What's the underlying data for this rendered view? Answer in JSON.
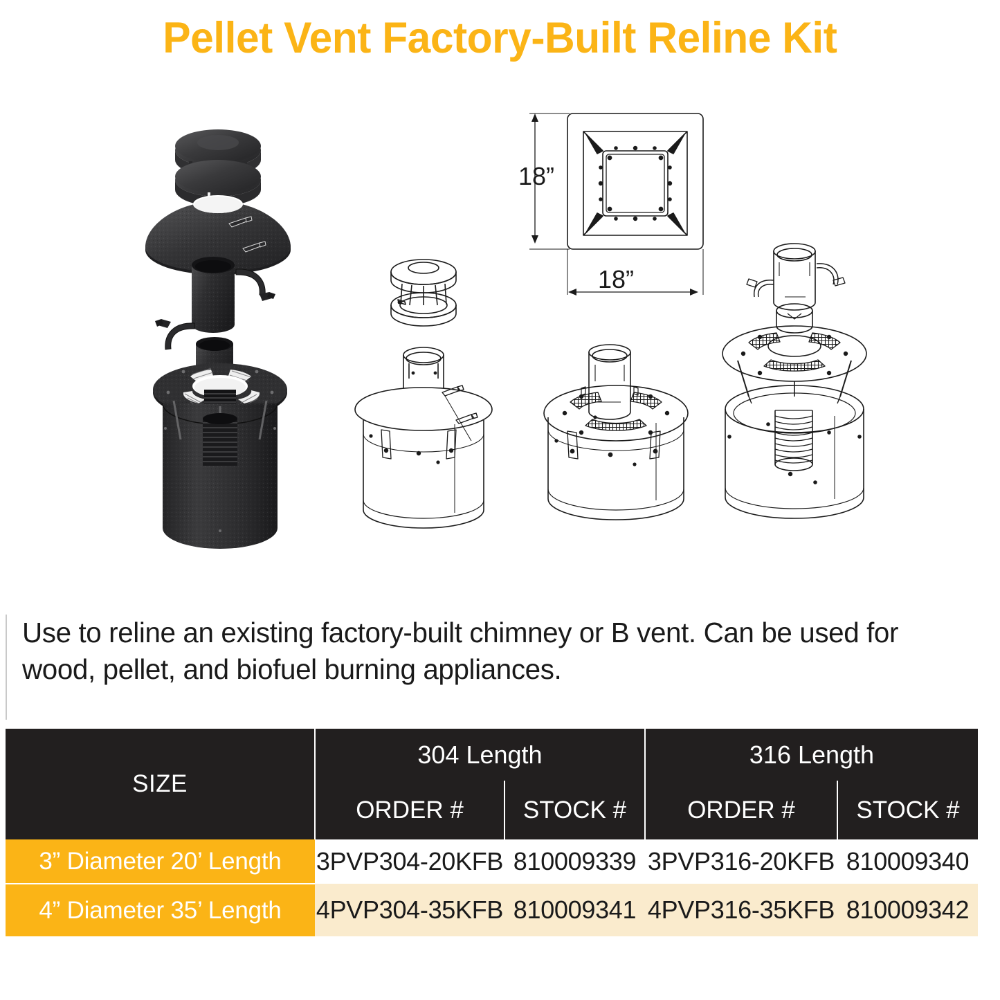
{
  "title": "Pellet Vent Factory-Built Reline Kit",
  "brand_color": "#FBB416",
  "header_color": "#221F1F",
  "alt_row_color": "#FAEBCD",
  "description": "Use to reline an existing factory-built chimney or B vent. Can be used for wood, pellet, and biofuel burning appliances.",
  "dimensions": {
    "height_label": "18”",
    "width_label": "18”"
  },
  "figures": [
    {
      "name": "exploded-photo-assembly",
      "caption": ""
    },
    {
      "name": "cap-and-cone-housing-line-art",
      "caption": ""
    },
    {
      "name": "vented-plate-housing-line-art",
      "caption": ""
    },
    {
      "name": "exploded-liner-housing-line-art",
      "caption": ""
    },
    {
      "name": "square-flashing-dimension-drawing",
      "caption": ""
    }
  ],
  "table": {
    "size_header": "SIZE",
    "groups": [
      {
        "label": "304 Length",
        "sub": [
          "ORDER #",
          "STOCK #"
        ]
      },
      {
        "label": "316 Length",
        "sub": [
          "ORDER #",
          "STOCK #"
        ]
      }
    ],
    "rows": [
      {
        "size": "3” Diameter 20’ Length",
        "order_304": "3PVP304-20KFB",
        "stock_304": "810009339",
        "order_316": "3PVP316-20KFB",
        "stock_316": "810009340"
      },
      {
        "size": "4” Diameter 35’ Length",
        "order_304": "4PVP304-35KFB",
        "stock_304": "810009341",
        "order_316": "4PVP316-35KFB",
        "stock_316": "810009342"
      }
    ]
  }
}
